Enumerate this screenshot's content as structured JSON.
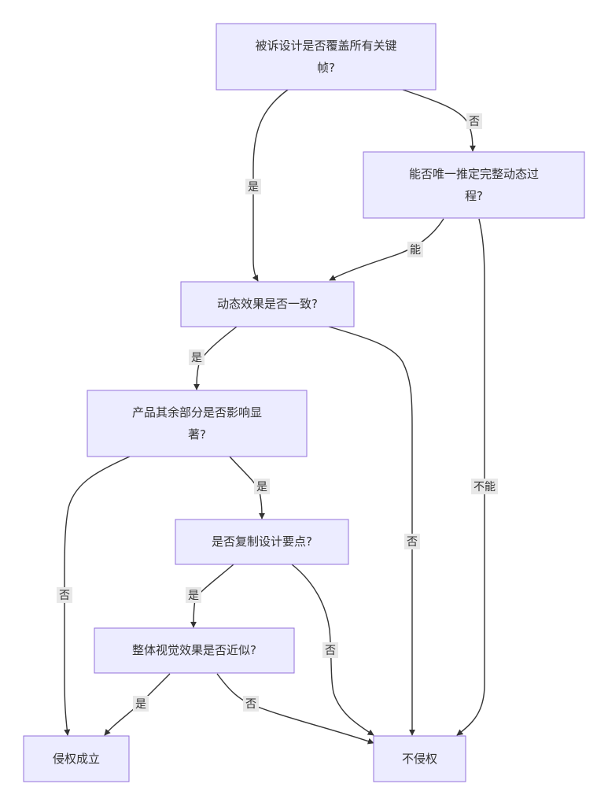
{
  "nodes": {
    "q1": {
      "lines": [
        "被诉设计是否覆盖所有关键",
        "帧?"
      ]
    },
    "q2": {
      "lines": [
        "能否唯一推定完整动态过",
        "程?"
      ]
    },
    "q3": {
      "lines": [
        "动态效果是否一致?"
      ]
    },
    "q4": {
      "lines": [
        "产品其余部分是否影响显",
        "著?"
      ]
    },
    "q5": {
      "lines": [
        "是否复制设计要点?"
      ]
    },
    "q6": {
      "lines": [
        "整体视觉效果是否近似?"
      ]
    },
    "r_yes": {
      "lines": [
        "侵权成立"
      ]
    },
    "r_no": {
      "lines": [
        "不侵权"
      ]
    }
  },
  "edge_labels": {
    "q1_q3": "是",
    "q1_q2": "否",
    "q2_q3": "能",
    "q2_rno": "不能",
    "q3_q4": "是",
    "q3_rno": "否",
    "q4_q5": "是",
    "q4_ryes": "否",
    "q5_q6": "是",
    "q5_rno": "否",
    "q6_ryes": "是",
    "q6_rno": "否"
  }
}
